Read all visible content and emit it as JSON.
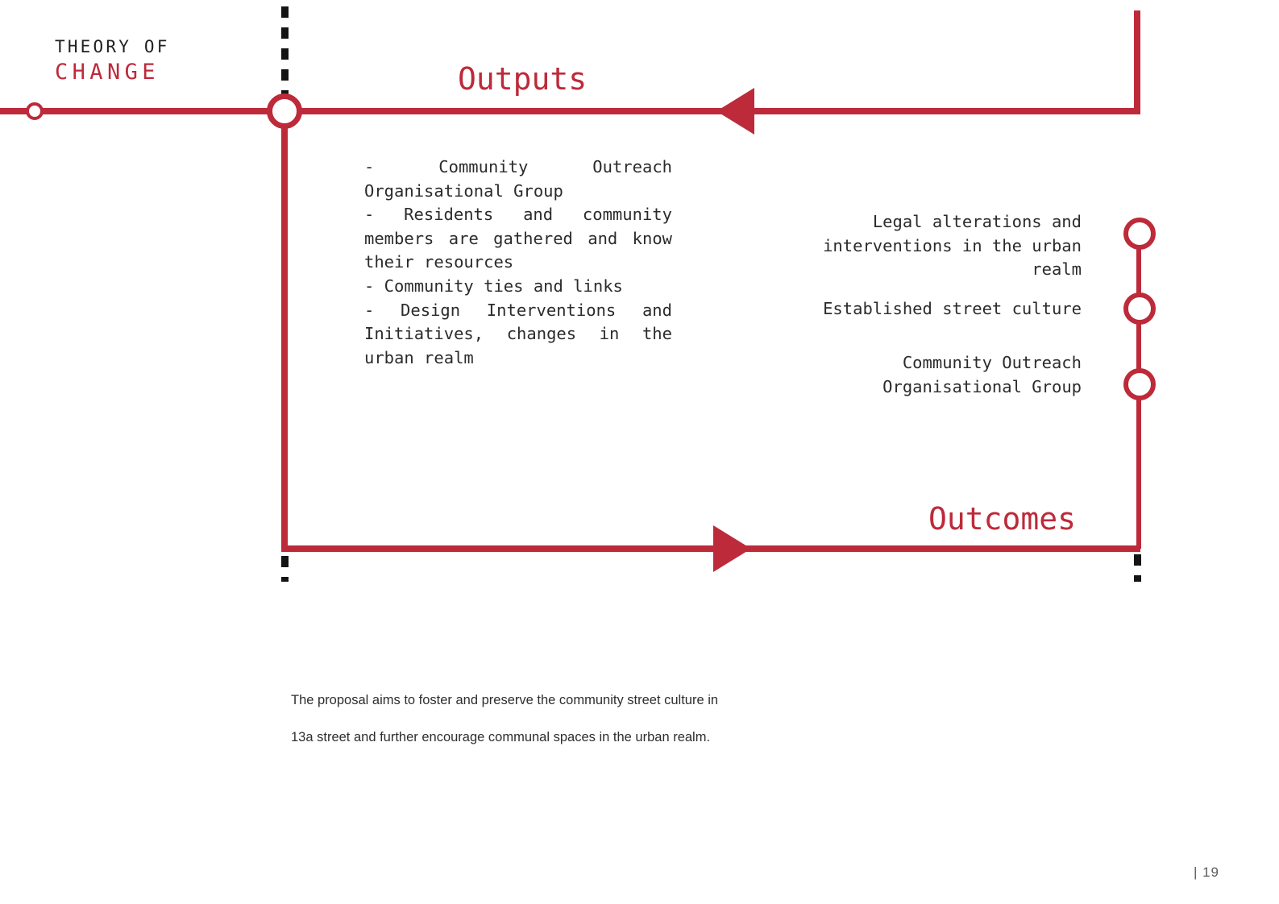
{
  "meta": {
    "accent_color": "#bd2a3a",
    "ink_color": "#2b2b2b",
    "background": "#ffffff"
  },
  "header": {
    "title_line1": "THEORY OF",
    "title_line2": "CHANGE"
  },
  "diagram": {
    "outputs": {
      "label": "Outputs",
      "body": "- Community Outreach Organisational Group\n- Residents and community members are gathered and know their resources\n- Community ties and links\n- Design Interventions and Initiatives, changes in the urban realm",
      "items": [
        "- Community Outreach Organisational Group",
        "- Residents and community members are gathered and know their resources",
        "- Community ties and links",
        "- Design Interventions and Initiatives, changes in the urban realm"
      ]
    },
    "outcomes": {
      "label": "Outcomes",
      "items": [
        "Legal alterations and\ninterventions in the urban\nrealm",
        "Established street culture",
        "Community Outreach\nOrganisational Group"
      ]
    },
    "nodes": {
      "start_node": "start-node",
      "junction_node": "junction-node",
      "outcome_nodes": [
        "outcome-node-1",
        "outcome-node-2",
        "outcome-node-3"
      ]
    },
    "arrows": {
      "top": "arrow-left",
      "bottom": "arrow-right"
    }
  },
  "footer": {
    "lines": [
      "The proposal aims to foster and preserve the community street culture in",
      "13a street and further encourage communal spaces in the urban realm."
    ],
    "page_number": "| 19"
  }
}
